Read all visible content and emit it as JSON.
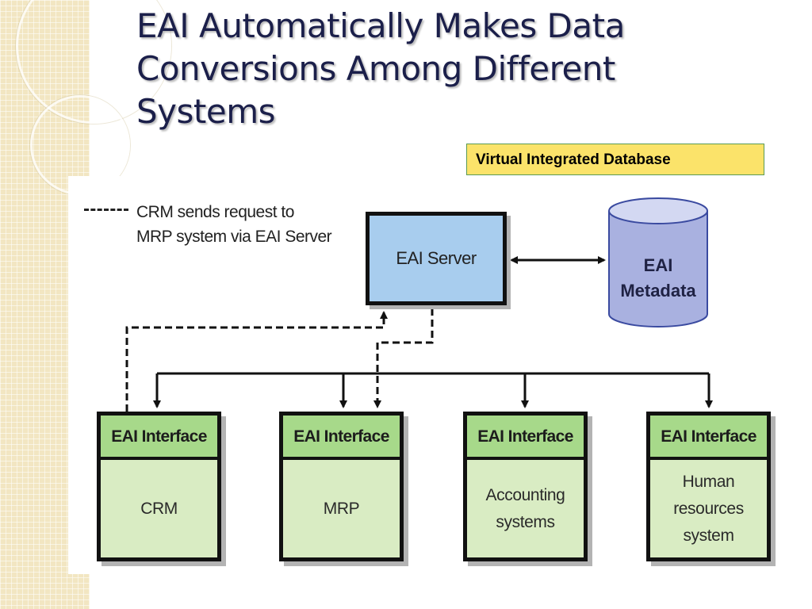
{
  "title": "EAI Automatically Makes Data Conversions Among Different Systems",
  "callout": "Virtual Integrated Database",
  "legend": {
    "line1": "CRM sends request to",
    "line2": "MRP system via EAI Server"
  },
  "server": {
    "label": "EAI Server",
    "fill": "#a8cdee"
  },
  "metadata": {
    "line1": "EAI",
    "line2": "Metadata"
  },
  "interfaces": [
    {
      "header": "EAI Interface",
      "lines": [
        "CRM"
      ]
    },
    {
      "header": "EAI Interface",
      "lines": [
        "MRP"
      ]
    },
    {
      "header": "EAI Interface",
      "lines": [
        "Accounting",
        "systems"
      ]
    },
    {
      "header": "EAI Interface",
      "lines": [
        "Human",
        "resources",
        "system"
      ]
    }
  ],
  "colors": {
    "title": "#1b1f4a",
    "callout_fill": "#fbe36a",
    "interface_header": "#a7d98a",
    "interface_body": "#d9ecc3"
  }
}
